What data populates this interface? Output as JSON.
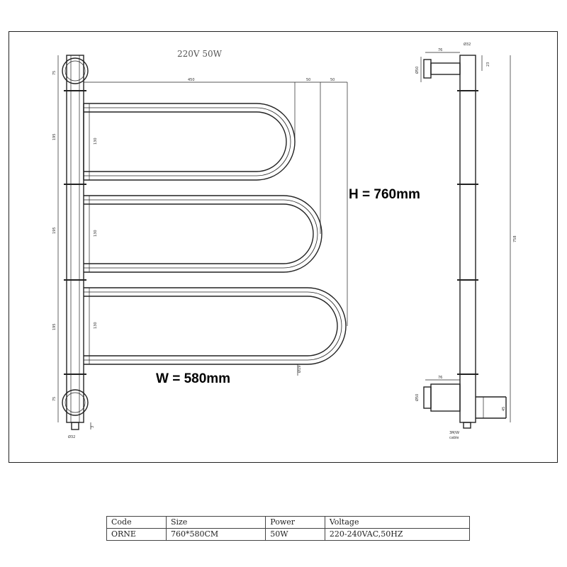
{
  "drawing": {
    "spec_header": "220V  50W",
    "height_callout": "H = 760mm",
    "width_callout": "W = 580mm",
    "front_view_dims": {
      "top_width": "450",
      "offset_1": "50",
      "offset_2": "50",
      "vertical_1": "75",
      "vertical_2": "195",
      "vertical_3": "195",
      "vertical_4": "195",
      "vertical_5": "75",
      "inner_1": "130",
      "inner_2": "130",
      "inner_3": "130",
      "tube_dia": "Ø19",
      "post_dia": "Ø32",
      "bottom_gap": "3"
    },
    "side_view_dims": {
      "post_top": "Ø32",
      "bracket_top": "76",
      "bracket_dia_top": "Ø50",
      "bracket_h_top": "23",
      "total_height": "758",
      "bracket_bottom": "76",
      "bracket_dia_bottom": "Ø50",
      "bracket_h_bottom": "45",
      "cable_note": "3M/W",
      "cable_note_2": "cable"
    }
  },
  "spec_table": {
    "headers": [
      "Code",
      "Size",
      "Power",
      "Voltage"
    ],
    "rows": [
      [
        "ORNE",
        "760*580CM",
        "50W",
        "220-240VAC,50HZ"
      ]
    ]
  }
}
